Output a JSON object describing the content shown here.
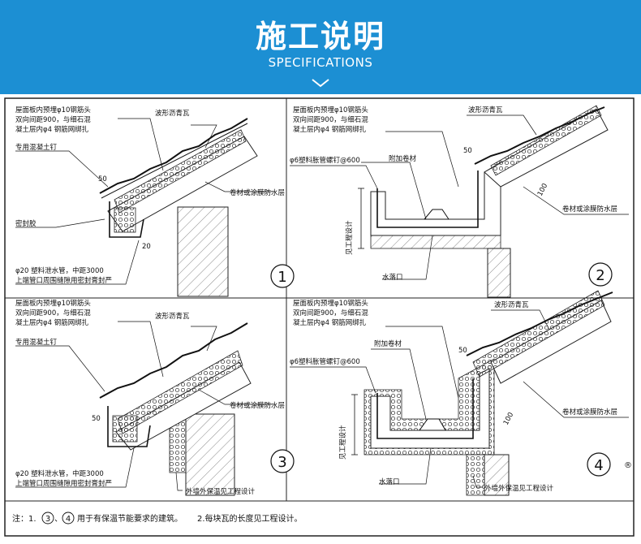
{
  "header": {
    "title": "施工说明",
    "subtitle": "SPECIFICATIONS",
    "background_color": "#1c8fd3"
  },
  "details": [
    {
      "number": "1",
      "labels": {
        "slab_anchor_1": "屋面板内预埋φ10钢筋头",
        "slab_anchor_2": "双向间距900，与细石混",
        "slab_anchor_3": "凝土层内φ4 钢筋网绑扎",
        "tile": "波形沥青瓦",
        "nail": "专用混凝土钉",
        "membrane": "卷材或涂膜防水层",
        "sealant": "密封胶",
        "drain_1": "φ20 塑料泄水管，中距3000",
        "drain_2": "上端管口周围缝隙用密封膏封严",
        "dim_50": "50",
        "dim_20": "20"
      }
    },
    {
      "number": "2",
      "labels": {
        "slab_anchor_1": "屋面板内预埋φ10钢筋头",
        "slab_anchor_2": "双向间距900，与细石混",
        "slab_anchor_3": "凝土层内φ4 钢筋网绑扎",
        "tile": "波形沥青瓦",
        "screw": "φ6塑料胀管螺钉@600",
        "extra_sheet": "附加卷材",
        "membrane": "卷材或涂膜防水层",
        "outlet": "水落口",
        "vertical": "见工程设计",
        "dim_50": "50",
        "dim_100": "100"
      }
    },
    {
      "number": "3",
      "labels": {
        "slab_anchor_1": "屋面板内预埋φ10钢筋头",
        "slab_anchor_2": "双向间距900，与细石混",
        "slab_anchor_3": "凝土层内φ4 钢筋网绑扎",
        "tile": "波形沥青瓦",
        "nail": "专用混凝土钉",
        "membrane": "卷材或涂膜防水层",
        "drain_1": "φ20 塑料泄水管，中距3000",
        "drain_2": "上端管口周围缝隙用密封膏封严",
        "insulation": "外墙外保温见工程设计",
        "dim_50": "50"
      }
    },
    {
      "number": "4",
      "labels": {
        "slab_anchor_1": "屋面板内预埋φ10钢筋头",
        "slab_anchor_2": "双向间距900，与细石混",
        "slab_anchor_3": "凝土层内φ4 钢筋网绑扎",
        "tile": "波形沥青瓦",
        "screw": "φ6塑料胀管螺钉@600",
        "extra_sheet": "附加卷材",
        "membrane": "卷材或涂膜防水层",
        "outlet": "水落口",
        "vertical": "见工程设计",
        "insulation": "外墙外保温见工程设计",
        "dim_50": "50",
        "dim_100": "100"
      }
    }
  ],
  "footer_note": {
    "prefix": "注：1.",
    "circle_a": "3",
    "sep": "、",
    "circle_b": "4",
    "text1": "用于有保温节能要求的建筑。",
    "text2": "2.每块瓦的长度见工程设计。"
  },
  "registered_mark": "®"
}
